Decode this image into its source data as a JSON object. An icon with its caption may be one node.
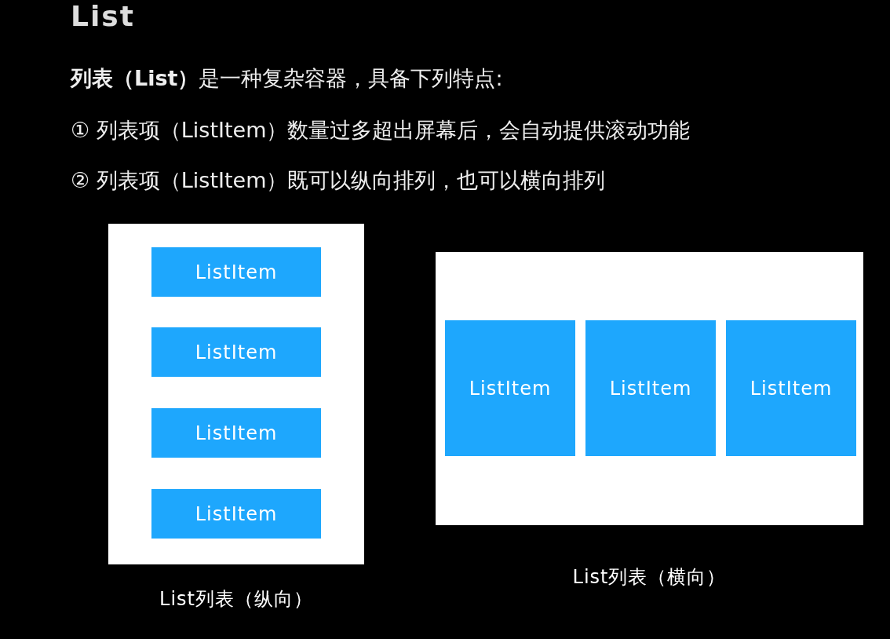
{
  "diagram": {
    "title": "List",
    "nodes": [
      {
        "text": [
          "List列表（纵向）"
        ]
      },
      {
        "text": [
          "ListItem"
        ],
        "in": 0
      },
      {
        "text": [
          "ListItem"
        ],
        "in": 0
      },
      {
        "text": [
          "ListItem"
        ],
        "in": 0
      },
      {
        "text": [
          "ListItem"
        ],
        "in": 0
      },
      {
        "text": [
          "List列表（横向）"
        ]
      },
      {
        "text": [
          "ListItem"
        ],
        "in": 5
      },
      {
        "text": [
          "ListItem"
        ],
        "in": 5
      },
      {
        "text": [
          "ListItem"
        ],
        "in": 5
      }
    ],
    "labels": [
      "**列表（List）**是一种复杂容器，具备下列特点:",
      "①  列表项（ListItem）数量过多超出屏幕后，会自动提供滚动功能",
      "②  列表项（ListItem）既可以纵向排列，也可以横向排列"
    ]
  }
}
